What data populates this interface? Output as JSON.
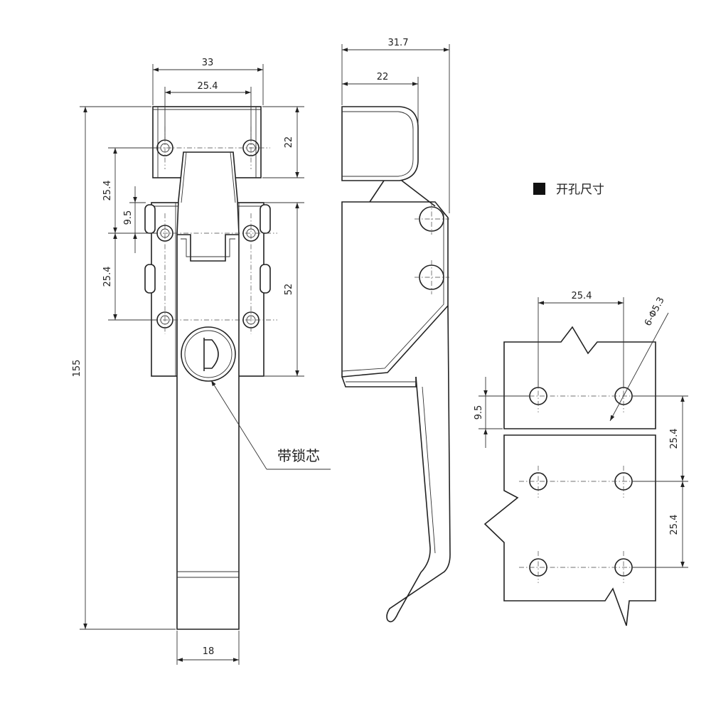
{
  "dimensions": {
    "top_width": "33",
    "top_hole_spacing": "25.4",
    "top_plate_height": "22",
    "upper_hole_gap": "25.4",
    "offset": "9.5",
    "lower_hole_gap": "25.4",
    "bracket_height": "52",
    "overall_length": "155",
    "handle_width": "18",
    "side_depth": "31.7",
    "side_hook_depth": "22"
  },
  "callout": {
    "lock_core": "带锁芯"
  },
  "cutout": {
    "heading": "开孔尺寸",
    "hole_spacing_x": "25.4",
    "hole_spec": "6-Φ5.3",
    "offset": "9.5",
    "hole_gap_1": "25.4",
    "hole_gap_2": "25.4"
  }
}
